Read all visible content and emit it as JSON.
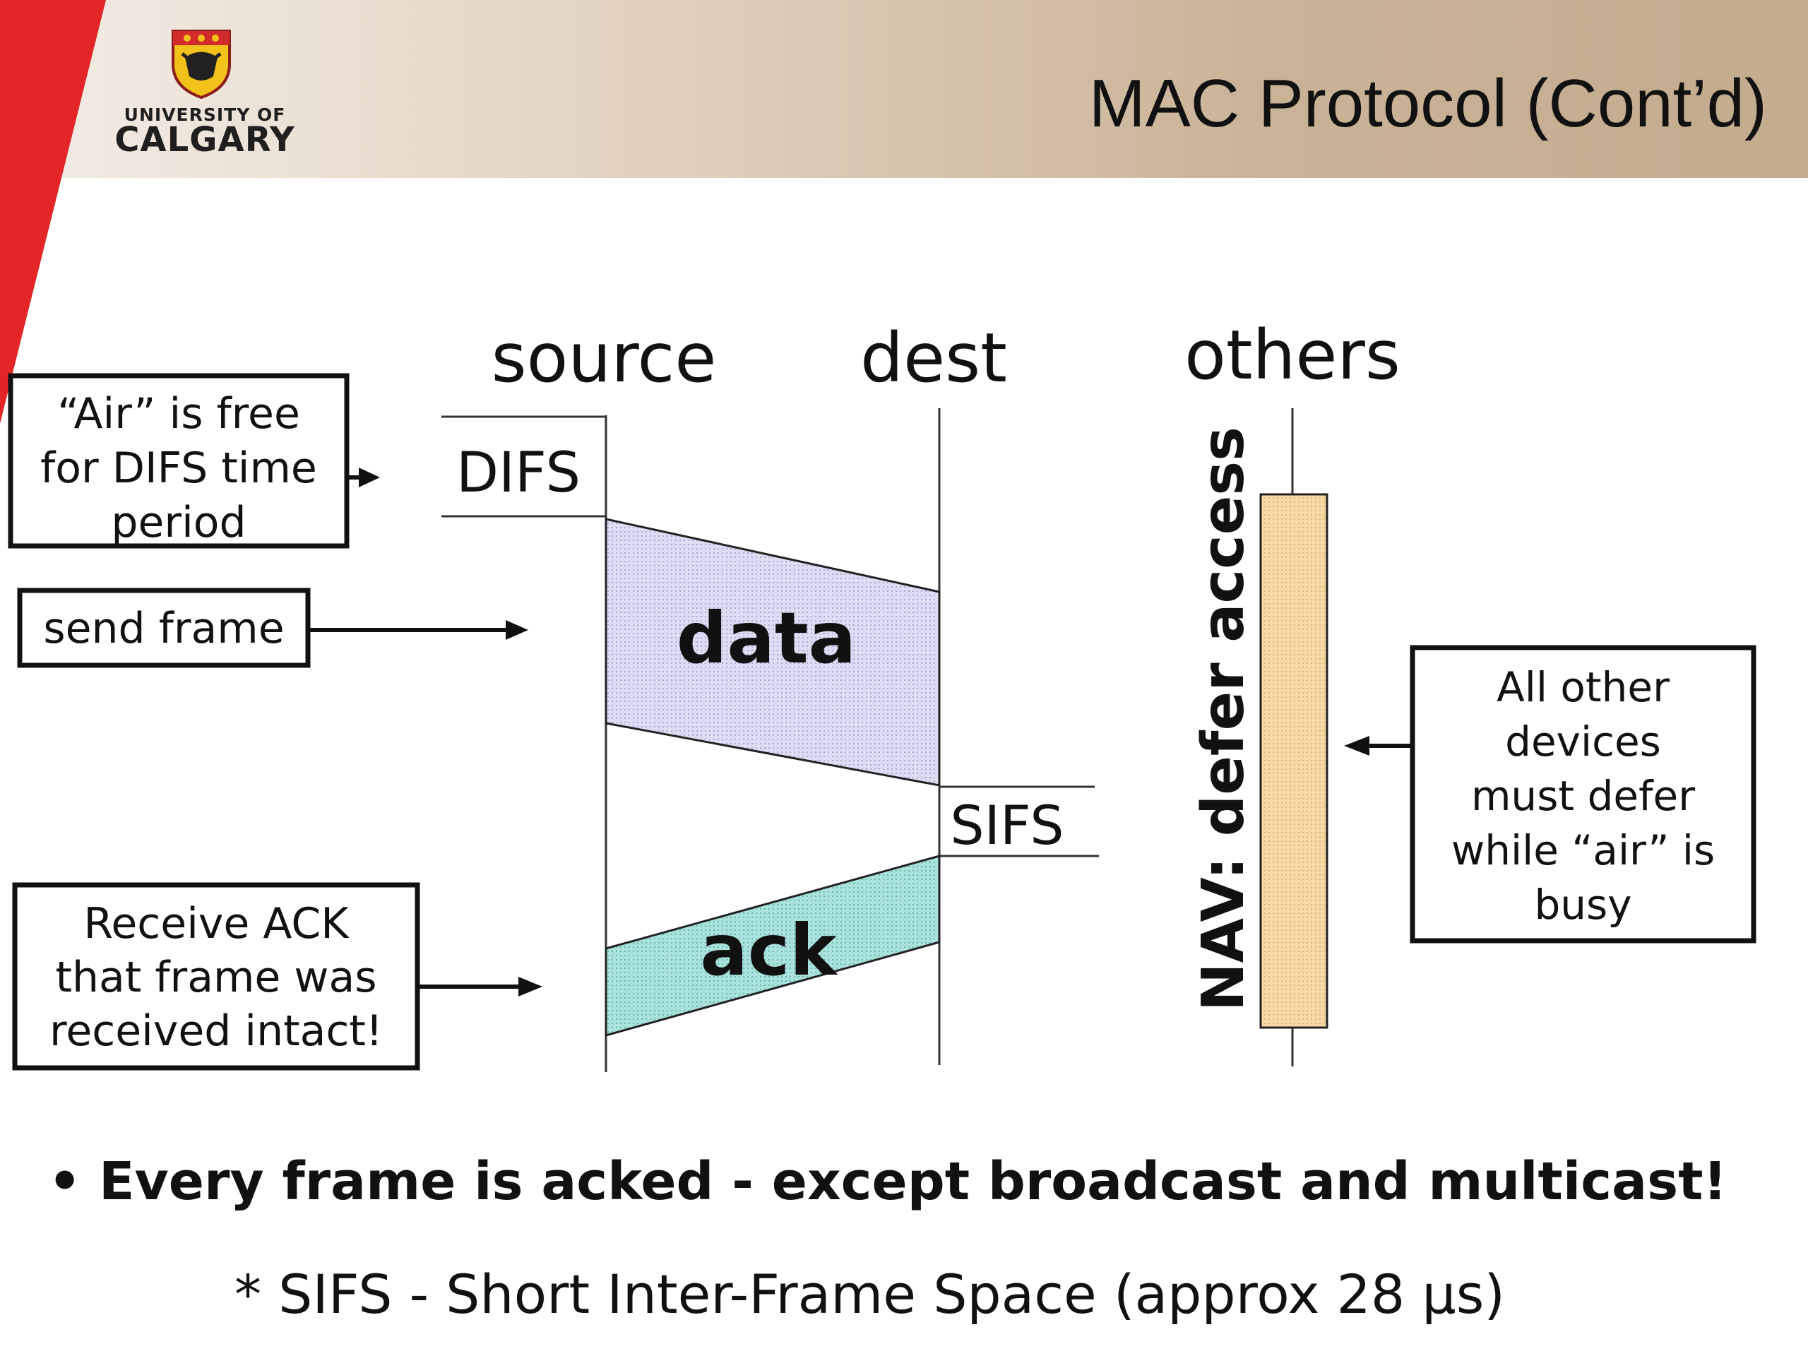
{
  "header": {
    "title": "MAC Protocol (Cont’d)",
    "logo": {
      "line1": "UNIVERSITY OF",
      "line2": "CALGARY"
    }
  },
  "diagram": {
    "columns": {
      "source": "source",
      "dest": "dest",
      "others": "others"
    },
    "labels": {
      "difs": "DIFS",
      "sifs": "SIFS",
      "data": "data",
      "ack": "ack",
      "nav": "NAV: defer access"
    },
    "callouts": {
      "air_free": "“Air” is free\nfor DIFS  time\nperiod",
      "send_frame": "send frame",
      "receive_ack": "Receive ACK\nthat frame was\nreceived intact!",
      "others_defer": "All other\ndevices\nmust defer\nwhile “air” is\nbusy"
    }
  },
  "bullet": "Every frame is acked - except broadcast and multicast!",
  "footnote": "* SIFS - Short Inter-Frame Space (approx 28 µs)",
  "colors": {
    "accent_red": "#e42527",
    "data_fill": "#dcdcf2",
    "ack_fill": "#a9e2dc",
    "nav_fill": "#f8d9a6"
  }
}
